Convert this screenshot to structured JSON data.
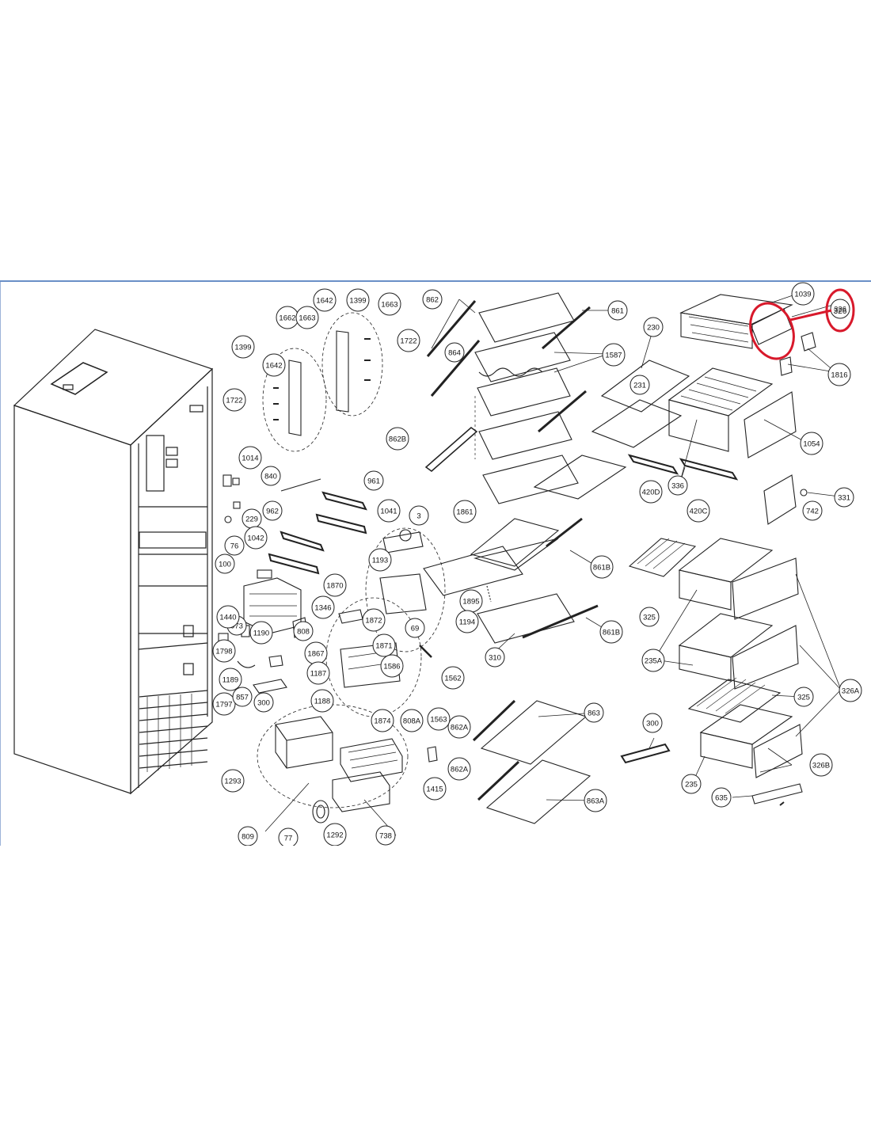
{
  "diagram": {
    "highlight_label": "326",
    "labels": [
      "1039",
      "326",
      "1816",
      "230",
      "231",
      "861",
      "862",
      "864",
      "1587",
      "862B",
      "1054",
      "336",
      "420D",
      "420C",
      "331",
      "742",
      "1861",
      "861B",
      "1895",
      "1194",
      "310",
      "861B",
      "1562",
      "325",
      "235A",
      "326A",
      "325",
      "300",
      "235",
      "326B",
      "635",
      "863",
      "862A",
      "862A",
      "863A",
      "1563",
      "1642",
      "1399",
      "1663",
      "1662",
      "1663",
      "1399",
      "1642",
      "1722",
      "1722",
      "1014",
      "840",
      "229",
      "961",
      "962",
      "1041",
      "3",
      "76",
      "1042",
      "100",
      "1193",
      "69",
      "1870",
      "1346",
      "1872",
      "1871",
      "1586",
      "808",
      "1190",
      "973",
      "1440",
      "1798",
      "1867",
      "1187",
      "1189",
      "1797",
      "857",
      "300",
      "1188",
      "808A",
      "1874",
      "1293",
      "1415",
      "809",
      "77",
      "1292",
      "738"
    ]
  }
}
